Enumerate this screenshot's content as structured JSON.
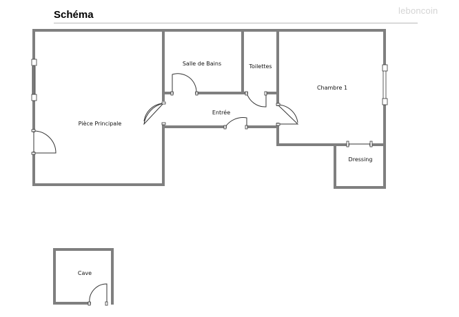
{
  "title": "Schéma",
  "watermark": "leboncoin",
  "rooms": {
    "piece_principale": "Pièce Principale",
    "salle_de_bains": "Salle de Bains",
    "toilettes": "Toilettes",
    "entree": "Entrée",
    "chambre": "Chambre 1",
    "dressing": "Dressing",
    "cave": "Cave"
  }
}
